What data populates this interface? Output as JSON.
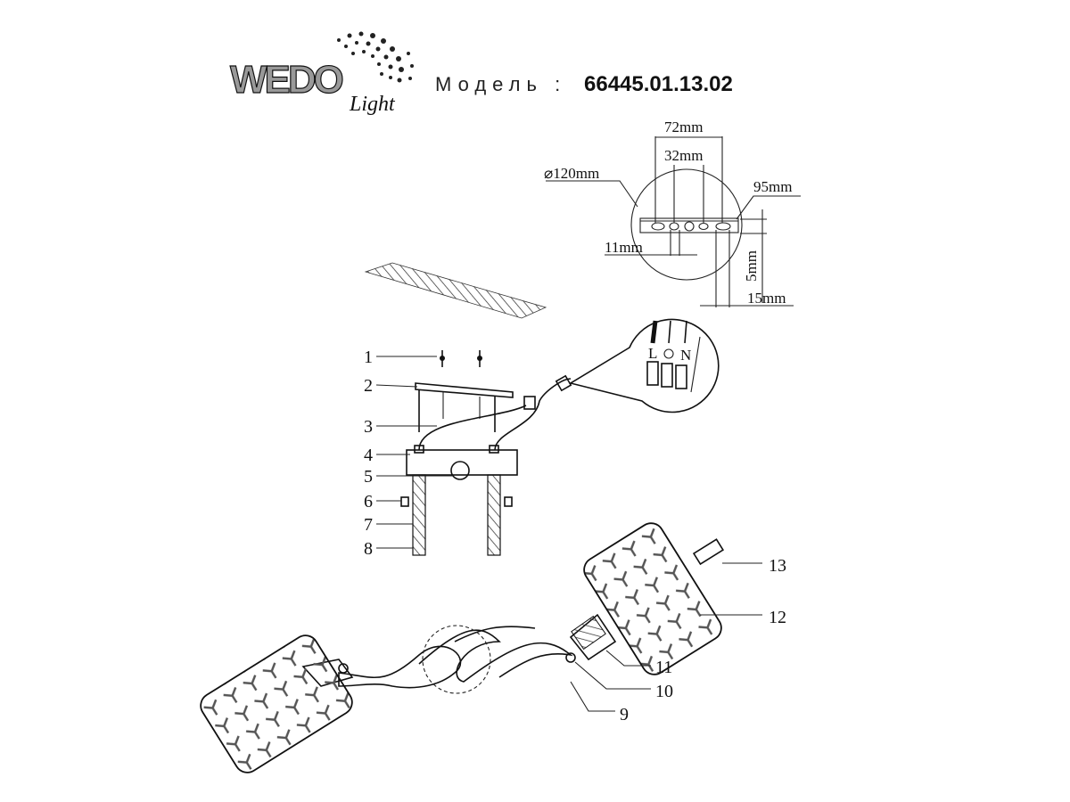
{
  "header": {
    "logo_text": "WEDO",
    "logo_script": "Light",
    "model_label": "Модель :",
    "model_number": "66445.01.13.02"
  },
  "dimensions": {
    "diameter": "⌀120mm",
    "width_72": "72mm",
    "width_32": "32mm",
    "length_95": "95mm",
    "hole_11": "11mm",
    "height_5": "5mm",
    "slot_15": "15mm"
  },
  "wiring": {
    "live": "L",
    "neutral": "N"
  },
  "part_numbers": [
    "1",
    "2",
    "3",
    "4",
    "5",
    "6",
    "7",
    "8",
    "9",
    "10",
    "11",
    "12",
    "13"
  ]
}
